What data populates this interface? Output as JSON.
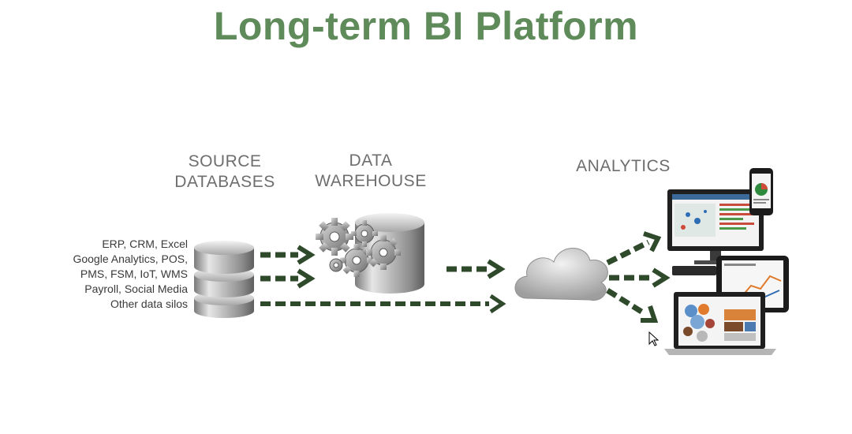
{
  "title": "Long-term BI Platform",
  "headings": {
    "source": [
      "SOURCE",
      "DATABASES"
    ],
    "warehouse": [
      "DATA",
      "WAREHOUSE"
    ],
    "analytics": "ANALYTICS"
  },
  "sources": [
    "ERP, CRM, Excel",
    "Google Analytics, POS,",
    "PMS, FSM, IoT, WMS",
    "Payroll, Social Media",
    "Other data silos"
  ],
  "colors": {
    "title": "#5f8a5a",
    "arrow": "#2f4a2b",
    "heading": "#6e6e6e"
  },
  "icons": [
    "database-stack-icon",
    "gears-icon",
    "warehouse-cylinder-icon",
    "cloud-icon",
    "desktop-monitor-icon",
    "smartphone-icon",
    "tablet-icon",
    "laptop-icon",
    "mouse-cursor-icon"
  ]
}
